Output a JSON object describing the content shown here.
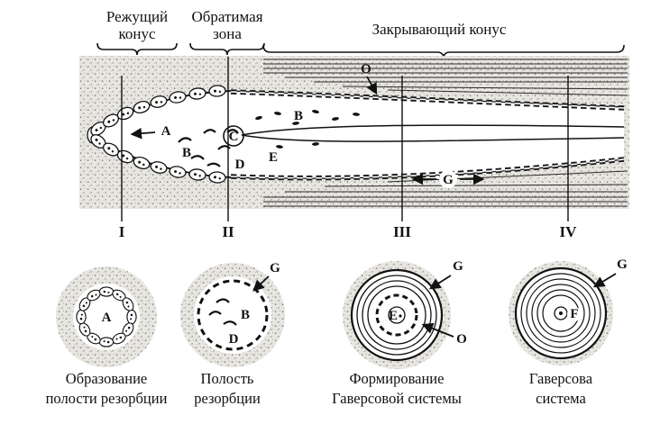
{
  "figure": {
    "zone_labels": {
      "cutting_line1": "Режущий",
      "cutting_line2": "конус",
      "reversal_line1": "Обратимая",
      "reversal_line2": "зона",
      "closing": "Закрывающий конус"
    },
    "letters": {
      "a": "A",
      "b": "B",
      "c": "C",
      "d": "D",
      "e": "E",
      "f": "F",
      "g": "G",
      "o": "O"
    },
    "sections": [
      "I",
      "II",
      "III",
      "IV"
    ],
    "cross_sections": [
      {
        "marker": "I",
        "letters": [
          "A"
        ],
        "caption1": "Образование",
        "caption2": "полости резорбции"
      },
      {
        "marker": "II",
        "letters": [
          "B",
          "D",
          "G"
        ],
        "caption1": "Полость",
        "caption2": "резорбции"
      },
      {
        "marker": "III",
        "letters": [
          "E",
          "G",
          "O"
        ],
        "caption1": "Формирование",
        "caption2": "Гаверсовой системы"
      },
      {
        "marker": "IV",
        "letters": [
          "F",
          "G"
        ],
        "caption1": "Гаверсова",
        "caption2": "система"
      }
    ],
    "colors": {
      "ink": "#111111",
      "paper": "#ffffff",
      "stipple_bg": "#e8e6e1",
      "stipple_dot": "#8d8b86"
    }
  }
}
